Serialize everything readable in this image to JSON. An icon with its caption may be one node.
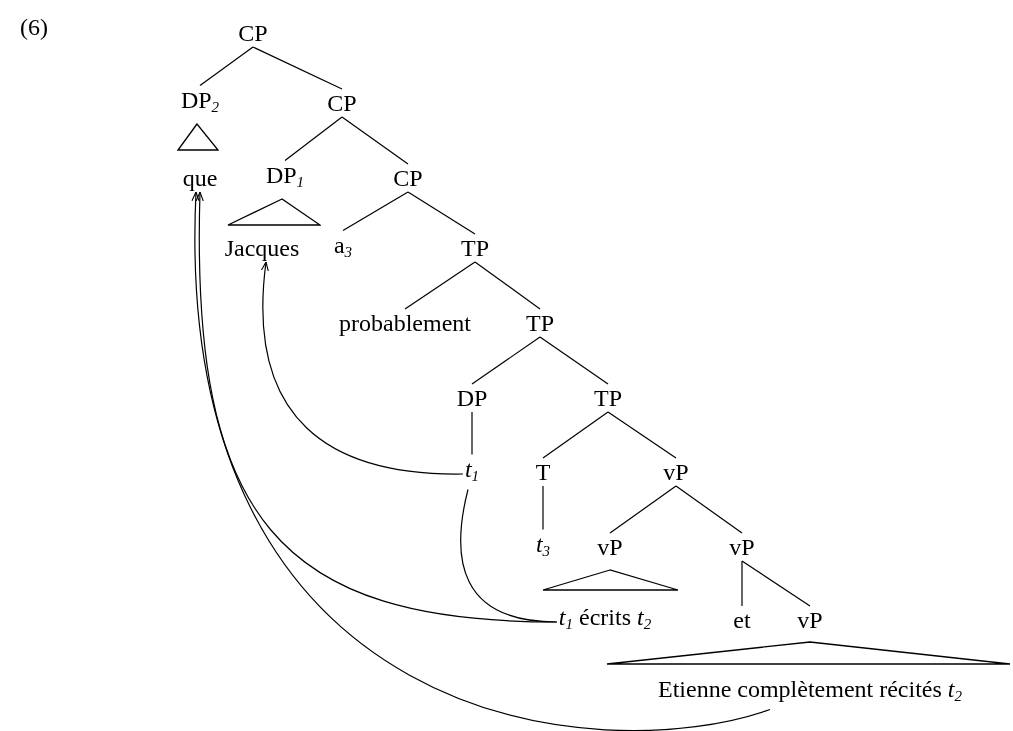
{
  "diagram": {
    "nodes": [
      {
        "text": [
          "CP"
        ]
      },
      {
        "text": [
          "DP$_{2}$"
        ]
      },
      {
        "text": [
          "CP"
        ]
      },
      {
        "text": [
          "que"
        ]
      },
      {
        "text": [
          "DP$_{1}$"
        ]
      },
      {
        "text": [
          "CP"
        ]
      },
      {
        "text": [
          "Jacques"
        ]
      },
      {
        "text": [
          "a$_{3}$"
        ]
      },
      {
        "text": [
          "TP"
        ]
      },
      {
        "text": [
          "probablement"
        ]
      },
      {
        "text": [
          "TP"
        ]
      },
      {
        "text": [
          "DP"
        ]
      },
      {
        "text": [
          "TP"
        ]
      },
      {
        "text": [
          "*t*$_{1}$"
        ]
      },
      {
        "text": [
          "T"
        ]
      },
      {
        "text": [
          "vP"
        ]
      },
      {
        "text": [
          "*t*$_{3}$"
        ]
      },
      {
        "text": [
          "vP"
        ]
      },
      {
        "text": [
          "vP"
        ]
      },
      {
        "text": [
          "*t*$_{1}$ écrits *t*$_{2}$"
        ]
      },
      {
        "text": [
          "et"
        ]
      },
      {
        "text": [
          "vP"
        ]
      },
      {
        "text": [
          "Etienne complètement récités *t*$_{2}$"
        ]
      },
      {
        "text": [],
        "shape": "triangle"
      },
      {
        "text": [],
        "shape": "triangle"
      },
      {
        "text": [],
        "shape": "triangle"
      },
      {
        "text": [],
        "shape": "triangle"
      }
    ],
    "edges": [
      {
        "from": 0,
        "to": 1,
        "arrow": "none"
      },
      {
        "from": 0,
        "to": 2,
        "arrow": "none"
      },
      {
        "from": 2,
        "to": 4,
        "arrow": "none"
      },
      {
        "from": 2,
        "to": 5,
        "arrow": "none"
      },
      {
        "from": 5,
        "to": 7,
        "arrow": "none"
      },
      {
        "from": 5,
        "to": 8,
        "arrow": "none"
      },
      {
        "from": 8,
        "to": 9,
        "arrow": "none"
      },
      {
        "from": 8,
        "to": 10,
        "arrow": "none"
      },
      {
        "from": 10,
        "to": 11,
        "arrow": "none"
      },
      {
        "from": 10,
        "to": 12,
        "arrow": "none"
      },
      {
        "from": 11,
        "to": 13,
        "arrow": "none"
      },
      {
        "from": 12,
        "to": 14,
        "arrow": "none"
      },
      {
        "from": 12,
        "to": 15,
        "arrow": "none"
      },
      {
        "from": 14,
        "to": 16,
        "arrow": "none"
      },
      {
        "from": 15,
        "to": 17,
        "arrow": "none"
      },
      {
        "from": 15,
        "to": 18,
        "arrow": "none"
      },
      {
        "from": 18,
        "to": 20,
        "arrow": "none"
      },
      {
        "from": 18,
        "to": 21,
        "arrow": "none"
      },
      {
        "from": 13,
        "to": 6,
        "arrow": "to"
      },
      {
        "from": 13,
        "to": 19,
        "arrow": "none"
      },
      {
        "from": 19,
        "to": 3,
        "arrow": "to"
      },
      {
        "from": 22,
        "to": 3,
        "arrow": "to"
      }
    ],
    "labels": [
      "(6)"
    ]
  }
}
